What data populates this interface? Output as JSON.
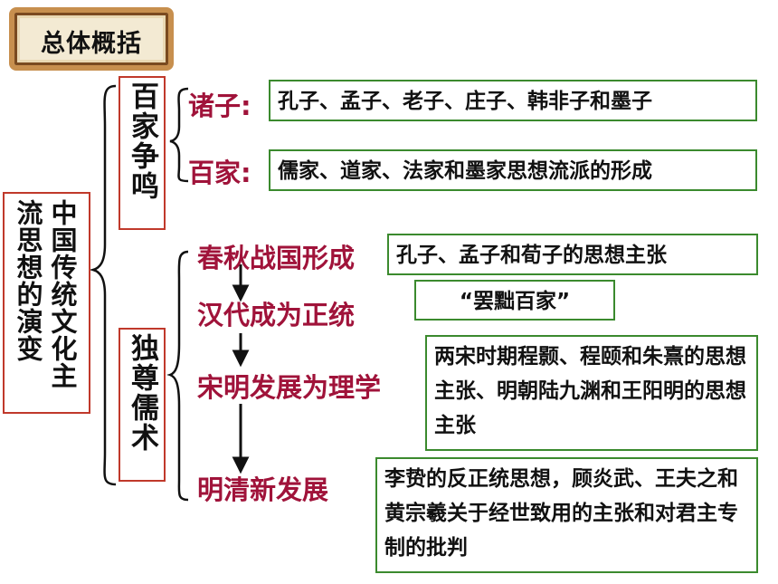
{
  "title": "总体概括",
  "root": {
    "col1": "中国传统文化主",
    "col2": "流思想的演变"
  },
  "branch1": {
    "label": "百家争鸣",
    "items": [
      {
        "label": "诸子",
        "colon": ":",
        "desc": "孔子、孟子、老子、庄子、韩非子和墨子"
      },
      {
        "label": "百家",
        "colon": ":",
        "desc": "儒家、道家、法家和墨家思想流派的形成"
      }
    ]
  },
  "branch2": {
    "label": "独尊儒术",
    "stages": [
      {
        "label": "春秋战国形成",
        "desc": "孔子、孟子和荀子的思想主张"
      },
      {
        "label": "汉代成为正统",
        "desc": "“罢黜百家”"
      },
      {
        "label": "宋明发展为理学",
        "desc": "两宋时期程颢、程颐和朱熹的思想主张、明朝陆九渊和王阳明的思想主张"
      },
      {
        "label": "明清新发展",
        "desc": "李贽的反正统思想，顾炎武、王夫之和黄宗羲关于经世致用的主张和对君主专制的批判"
      }
    ]
  },
  "colors": {
    "accent_red": "#a0133a",
    "box_red": "#c0392b",
    "box_green": "#3b8a2e",
    "frame": "#c78f4e"
  }
}
